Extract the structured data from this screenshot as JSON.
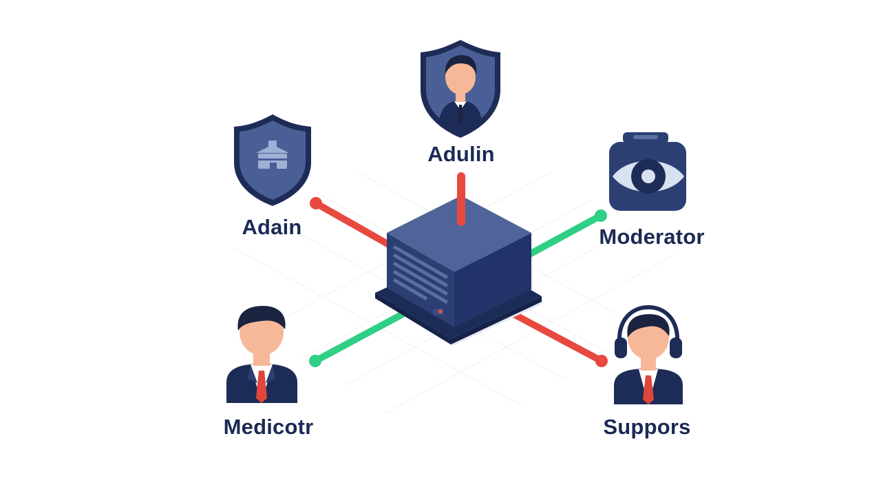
{
  "colors": {
    "navy": "#2b3f73",
    "navy_dark": "#1d2c57",
    "navy_light": "#4a5f95",
    "red_link": "#e8493f",
    "green_link": "#2fcf86",
    "skin": "#f7b899",
    "hair": "#1a2340",
    "tie": "#e0463b",
    "eye_bg": "#d8e1f0"
  },
  "nodes": {
    "top": {
      "label": "Adulin",
      "icon": "shield-user-icon"
    },
    "left": {
      "label": "Adain",
      "icon": "shield-building-icon"
    },
    "right": {
      "label": "Moderator",
      "icon": "eye-badge-icon"
    },
    "bottom_left": {
      "label": "Medicotr",
      "icon": "businessman-icon"
    },
    "bottom_right": {
      "label": "Suppors",
      "icon": "support-agent-icon"
    }
  },
  "center": {
    "icon": "server-icon"
  },
  "links": [
    {
      "to": "top",
      "color": "red"
    },
    {
      "to": "left",
      "color": "red"
    },
    {
      "to": "right",
      "color": "green"
    },
    {
      "to": "bottom_left",
      "color": "green"
    },
    {
      "to": "bottom_right",
      "color": "red"
    }
  ]
}
